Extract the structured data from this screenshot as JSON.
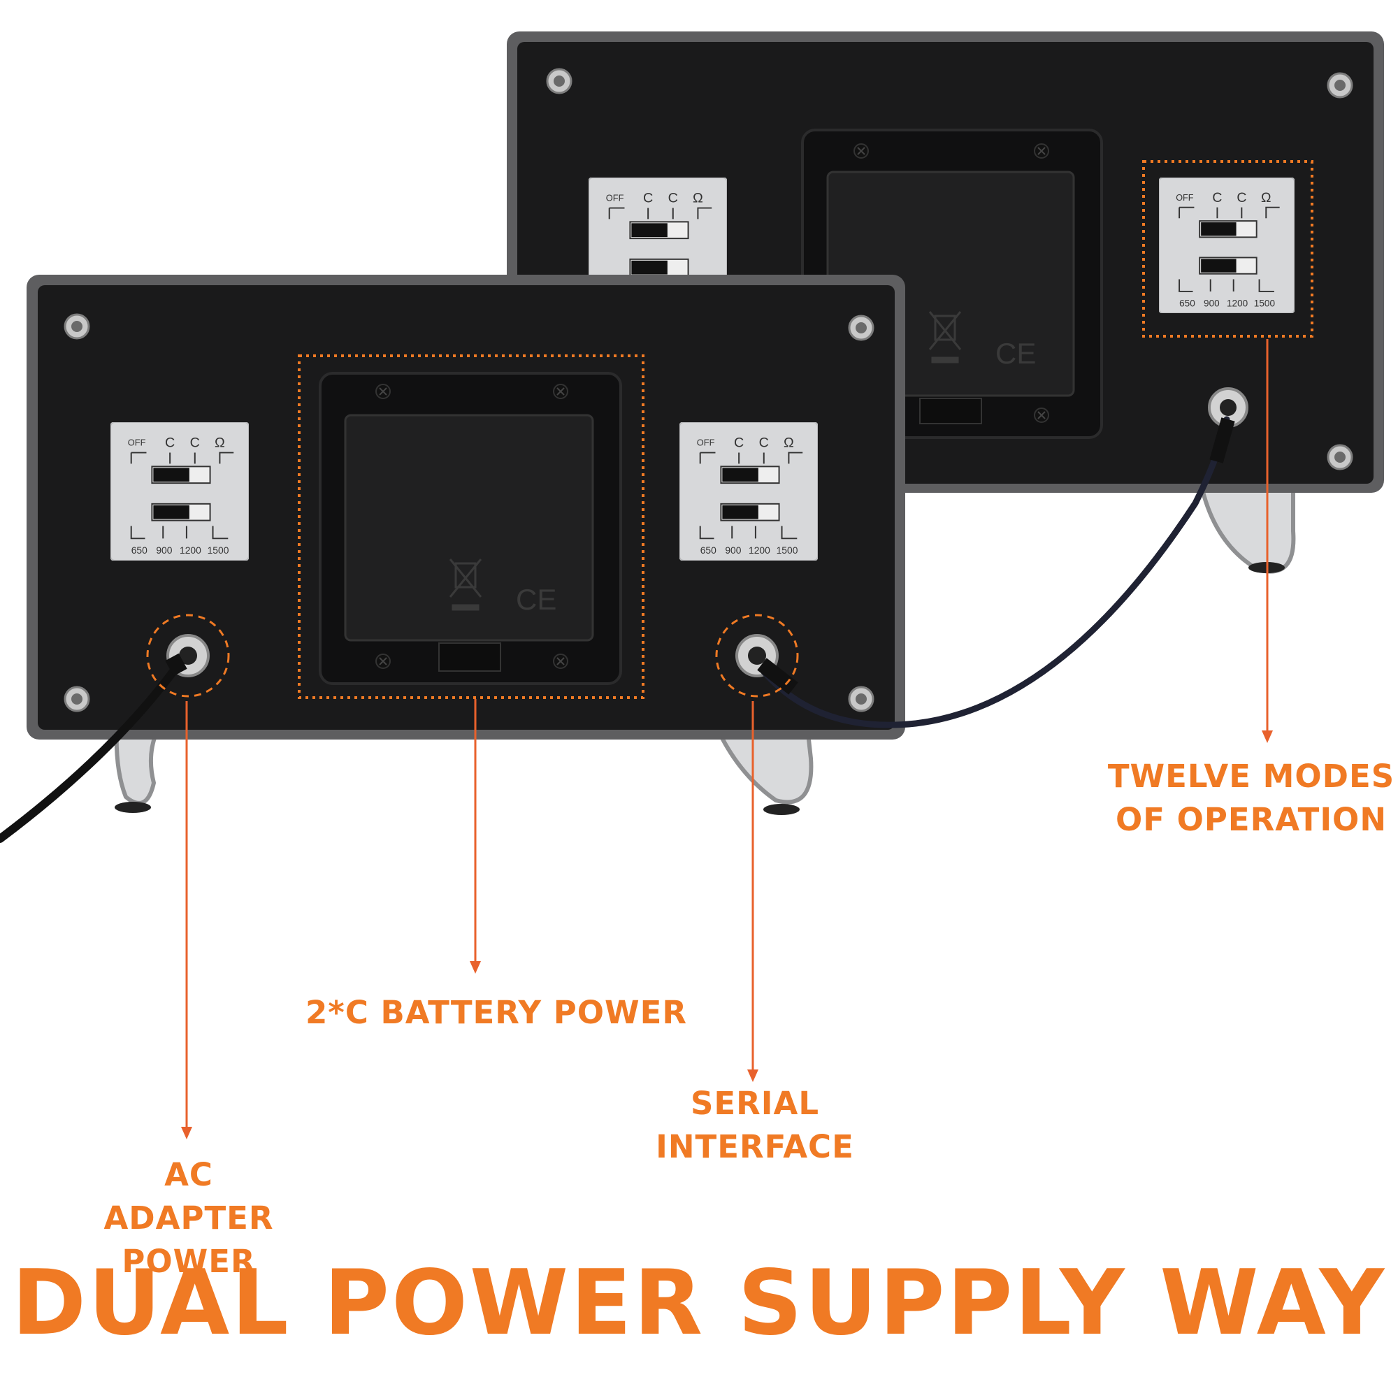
{
  "headline": "DUAL POWER SUPPLY WAY",
  "accent_color": "#f07a24",
  "callouts": {
    "ac_adapter": {
      "line1": "AC ADAPTER",
      "line2": "POWER"
    },
    "battery": {
      "line1": "2*C BATTERY POWER"
    },
    "serial": {
      "line1": "SERIAL",
      "line2": "INTERFACE"
    },
    "modes": {
      "line1": "TWELVE MODES",
      "line2": "OF OPERATION"
    }
  },
  "switch_panel": {
    "top_labels": [
      "OFF",
      "C",
      "C",
      "Ω"
    ],
    "bottom_labels": [
      "650",
      "900",
      "1200",
      "1500"
    ]
  },
  "icons": [
    "screw-icon",
    "dc-jack-icon",
    "battery-cover-icon",
    "cable-icon",
    "weee-bin-icon",
    "ce-mark-icon"
  ]
}
